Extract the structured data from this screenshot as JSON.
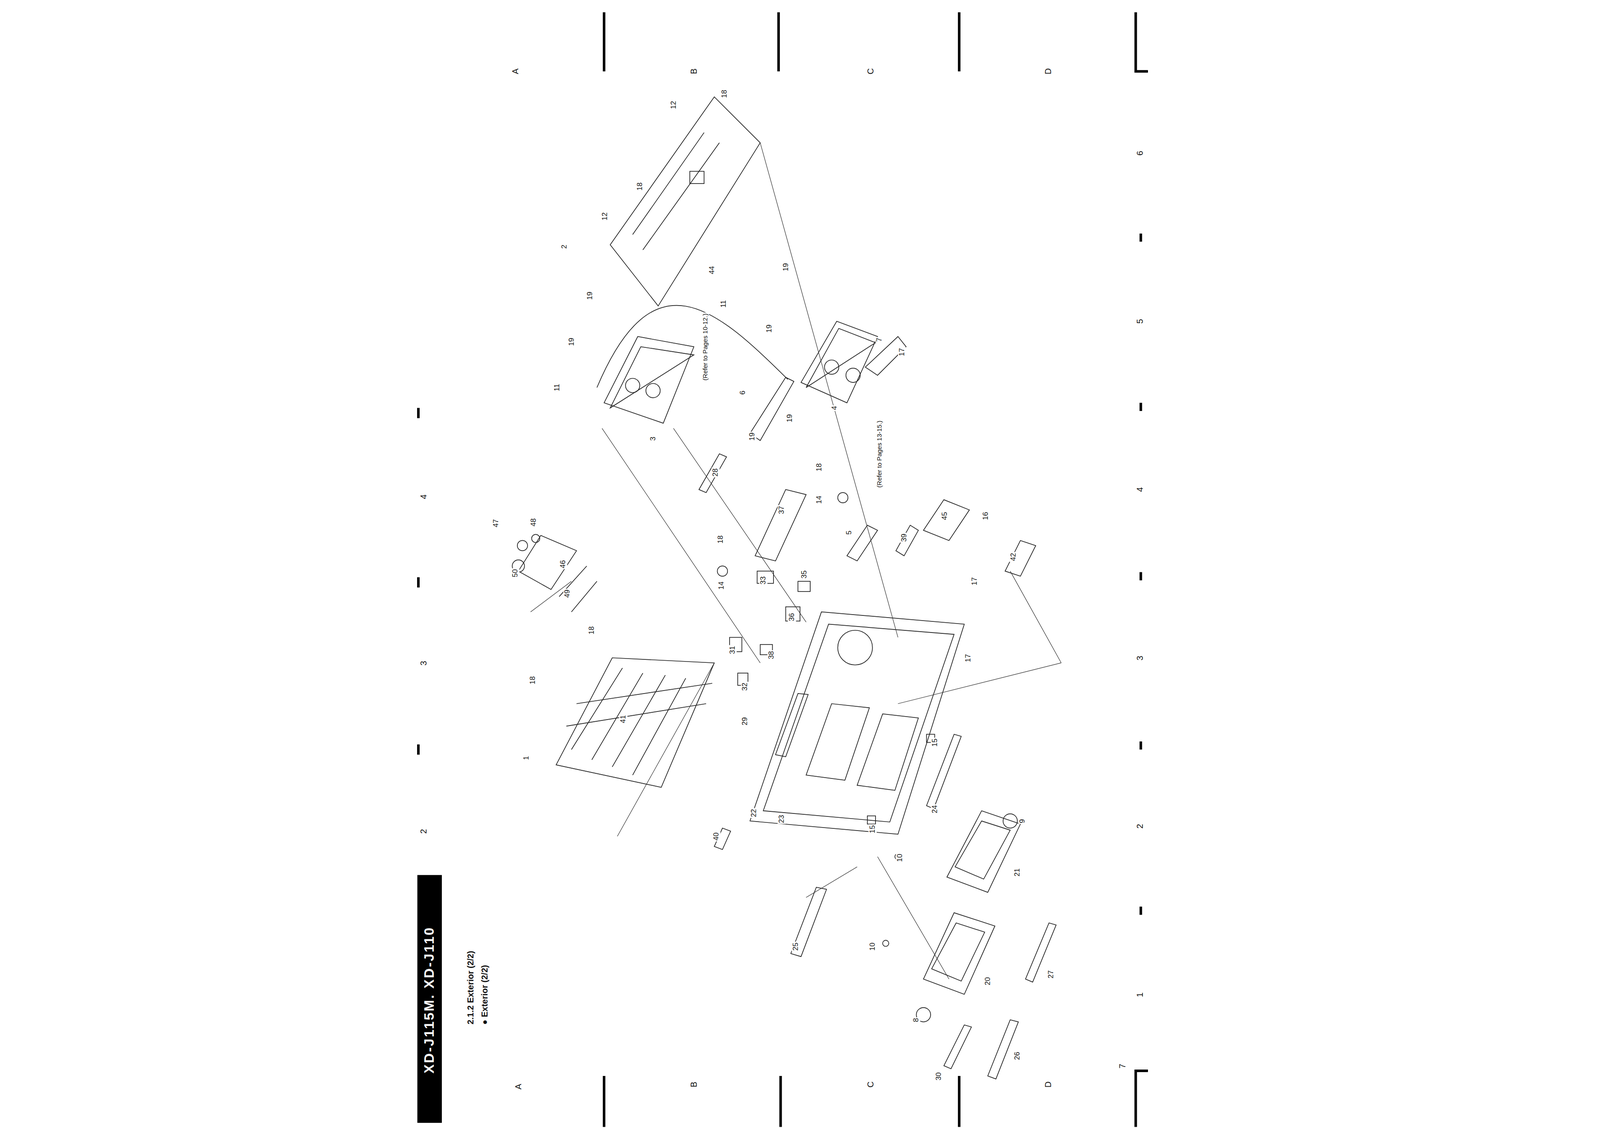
{
  "diagram": {
    "title": "XD-J115M. XD-J110",
    "labels": [
      "2.1.2 Exterior (2/2)",
      "● Exterior (2/2)",
      "A",
      "B",
      "C",
      "D",
      "A",
      "B",
      "C",
      "D",
      "2",
      "3",
      "4",
      "6",
      "5",
      "4",
      "3",
      "2",
      "1",
      "7",
      "(Refer to Pages 10-12.)",
      "(Refer to Pages 13-15.)",
      "12",
      "18",
      "18",
      "12",
      "2",
      "44",
      "19",
      "19",
      "11",
      "19",
      "11",
      "3",
      "19",
      "19",
      "6",
      "19",
      "7",
      "17",
      "4",
      "28",
      "18",
      "14",
      "37",
      "47",
      "48",
      "46",
      "50",
      "49",
      "18",
      "5",
      "39",
      "45",
      "16",
      "14",
      "33",
      "17",
      "42",
      "35",
      "36",
      "18",
      "31",
      "38",
      "32",
      "17",
      "18",
      "29",
      "41",
      "1",
      "15",
      "22",
      "23",
      "24",
      "40",
      "15",
      "9",
      "10",
      "21",
      "25",
      "10",
      "20",
      "27",
      "8",
      "30",
      "26"
    ]
  }
}
